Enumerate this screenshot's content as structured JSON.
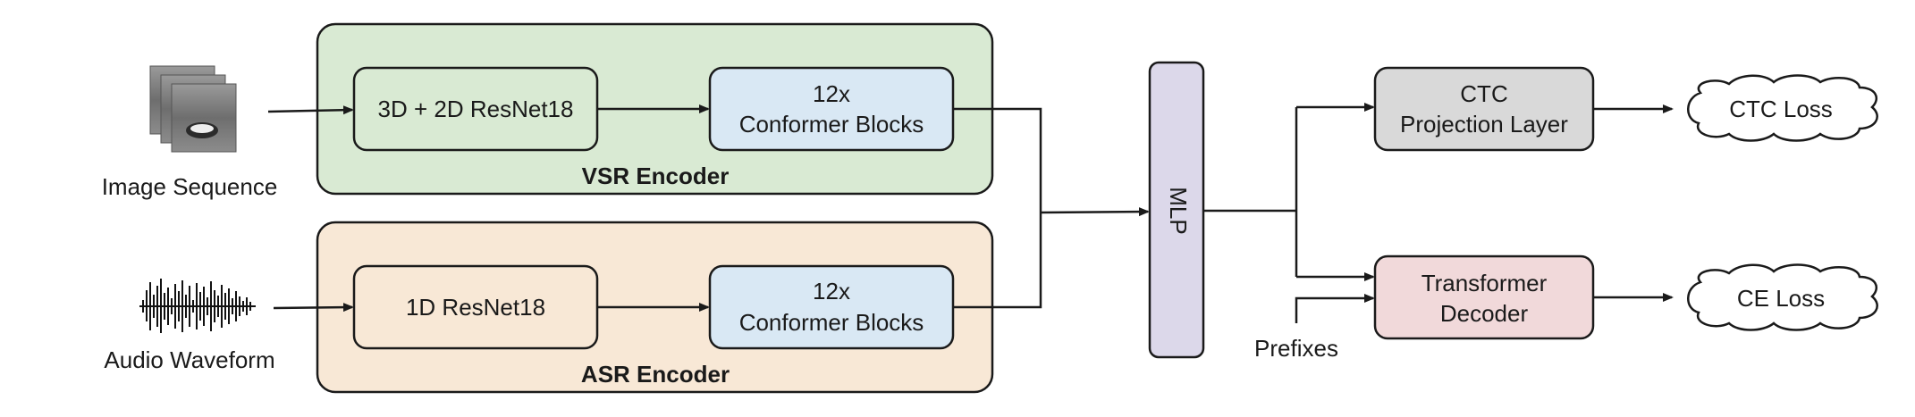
{
  "inputs": {
    "image_label": "Image Sequence",
    "audio_label": "Audio Waveform"
  },
  "vsr": {
    "title": "VSR Encoder",
    "frontend": "3D + 2D ResNet18",
    "conformer_line1": "12x",
    "conformer_line2": "Conformer Blocks"
  },
  "asr": {
    "title": "ASR Encoder",
    "frontend": "1D ResNet18",
    "conformer_line1": "12x",
    "conformer_line2": "Conformer Blocks"
  },
  "mlp": {
    "label": "MLP"
  },
  "ctc": {
    "line1": "CTC",
    "line2": "Projection Layer",
    "loss": "CTC Loss"
  },
  "decoder": {
    "line1": "Transformer",
    "line2": "Decoder",
    "loss": "CE Loss"
  },
  "prefixes": {
    "label": "Prefixes"
  },
  "colors": {
    "vsr_bg": "#d9ead3",
    "asr_bg": "#f8e8d6",
    "conformer_bg": "#d9e8f4",
    "mlp_bg": "#dcd8ea",
    "ctc_bg": "#d9d9d9",
    "decoder_bg": "#f1d9da",
    "stroke": "#1a1a1a"
  }
}
